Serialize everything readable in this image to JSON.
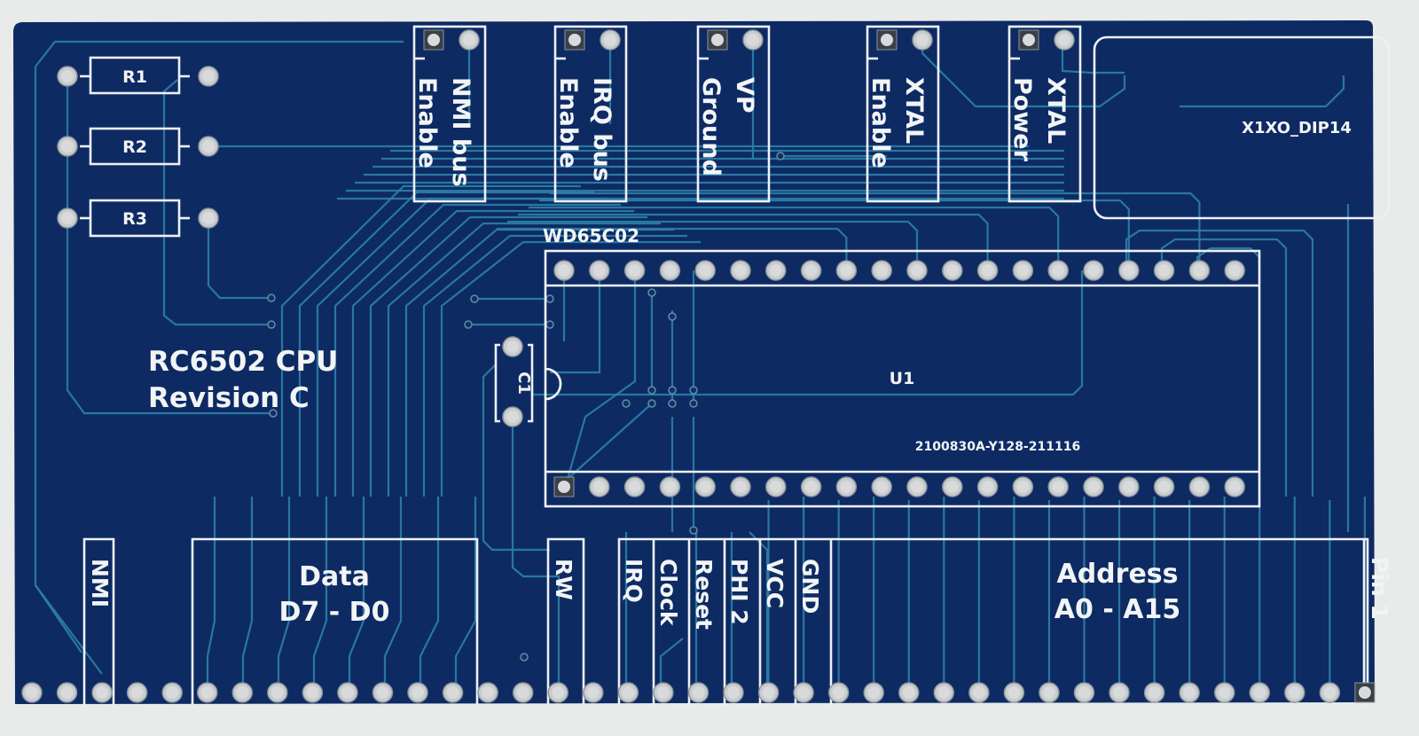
{
  "board": {
    "title": "RC6502 CPU",
    "revision": "Revision C",
    "colors": {
      "soldermask": "#0d2a63",
      "silkscreen": "#f2f4f5",
      "trace": "#2c7fa7",
      "pad": "#c9ccce",
      "background": "#e9ebea"
    }
  },
  "resistors": [
    {
      "ref": "R1"
    },
    {
      "ref": "R2"
    },
    {
      "ref": "R3"
    }
  ],
  "jumpers": [
    {
      "ref": "nmi-bus-enable",
      "line1": "NMI bus",
      "line2": "Enable"
    },
    {
      "ref": "irq-bus-enable",
      "line1": "IRQ bus",
      "line2": "Enable"
    },
    {
      "ref": "vp-ground",
      "line1": "VP",
      "line2": "Ground"
    },
    {
      "ref": "xtal-enable",
      "line1": "XTAL",
      "line2": "Enable"
    },
    {
      "ref": "xtal-power",
      "line1": "XTAL",
      "line2": "Power"
    }
  ],
  "oscillator": {
    "label": "X1XO_DIP14"
  },
  "cpu": {
    "part": "WD65C02",
    "ref": "U1",
    "pins_per_row": 20,
    "order_code": "2100830A-Y128-211116"
  },
  "capacitor": {
    "ref": "C1"
  },
  "edge_connector": {
    "pad_count": 39,
    "labels": {
      "nmi": "NMI",
      "data_title": "Data",
      "data_range": "D7 - D0",
      "rw": "RW",
      "irq": "IRQ",
      "clock": "Clock",
      "reset": "Reset",
      "phi2": "PHI 2",
      "vcc": "VCC",
      "gnd": "GND",
      "address_title": "Address",
      "address_range": "A0 - A15",
      "pin1": "Pin 1"
    }
  }
}
